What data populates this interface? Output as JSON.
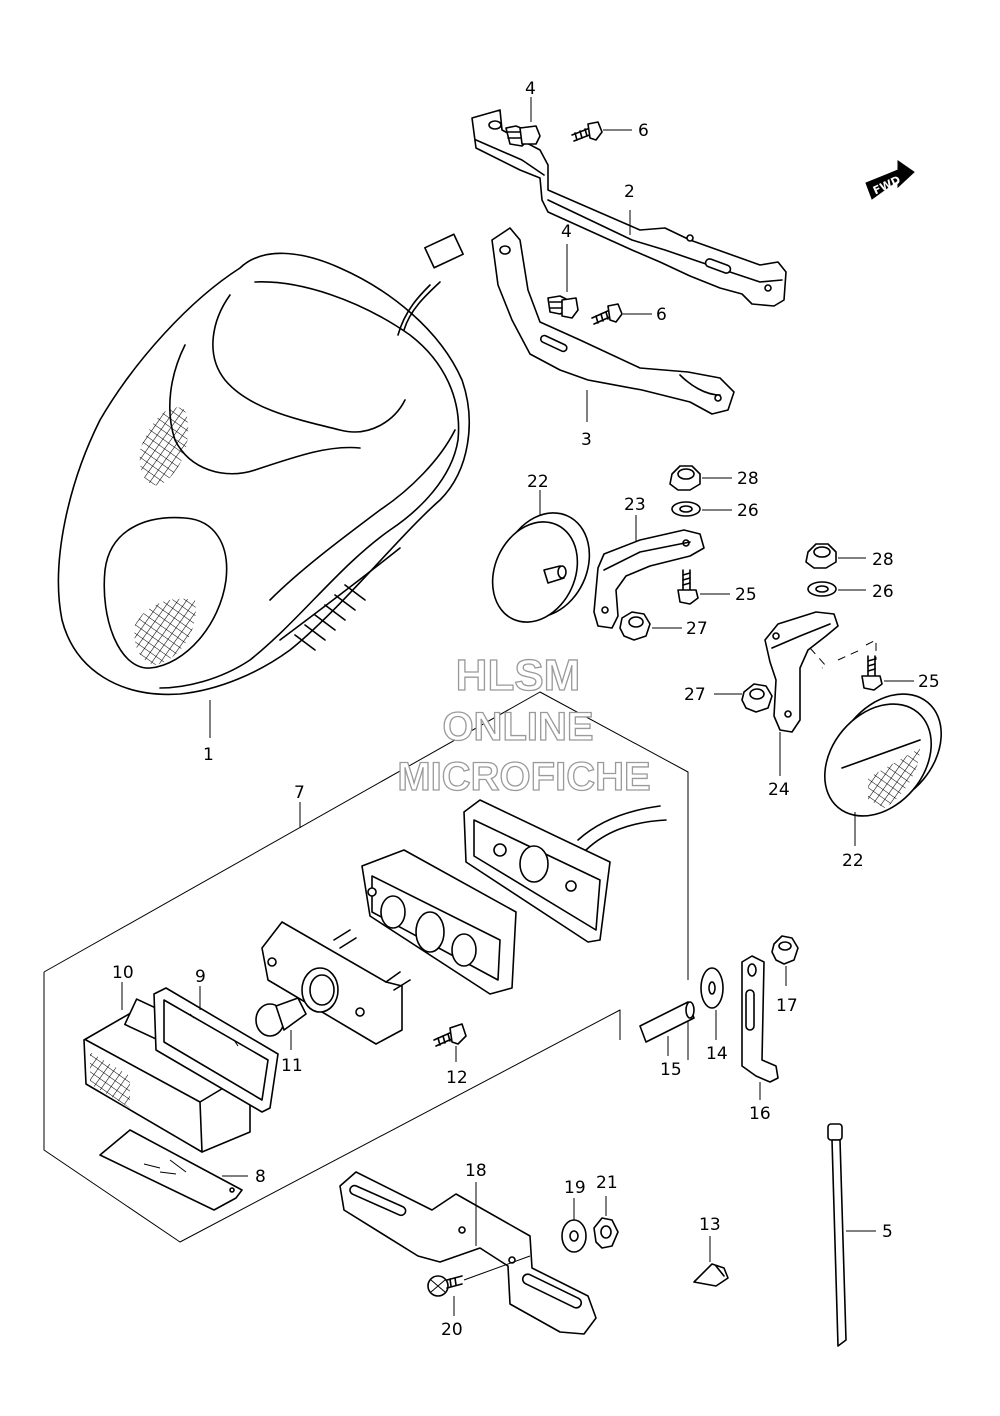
{
  "diagram": {
    "fwd_label": "FWD",
    "watermark": [
      "HLSM",
      "ONLINE",
      "MICROFICHE"
    ],
    "parts": [
      {
        "id": "headlight",
        "label": "1"
      },
      {
        "id": "upper-bracket",
        "label": "2"
      },
      {
        "id": "lower-bracket",
        "label": "3"
      },
      {
        "id": "bolt-upper",
        "label": "4"
      },
      {
        "id": "bolt-lower",
        "label": "4"
      },
      {
        "id": "cable-tie",
        "label": "5"
      },
      {
        "id": "screw-upper",
        "label": "6"
      },
      {
        "id": "screw-lower",
        "label": "6"
      },
      {
        "id": "license-lamp-assy",
        "label": "7"
      },
      {
        "id": "lens-plate",
        "label": "8"
      },
      {
        "id": "gasket",
        "label": "9"
      },
      {
        "id": "lens",
        "label": "10"
      },
      {
        "id": "bulb",
        "label": "11"
      },
      {
        "id": "screw-12",
        "label": "12"
      },
      {
        "id": "washer-13",
        "label": "13"
      },
      {
        "id": "spacer-14",
        "label": "14"
      },
      {
        "id": "rivet-15",
        "label": "15"
      },
      {
        "id": "stay-16",
        "label": "16"
      },
      {
        "id": "nut-17",
        "label": "17"
      },
      {
        "id": "license-bracket",
        "label": "18"
      },
      {
        "id": "washer-19",
        "label": "19"
      },
      {
        "id": "screw-20",
        "label": "20"
      },
      {
        "id": "nut-21",
        "label": "21"
      },
      {
        "id": "reflector-upper",
        "label": "22"
      },
      {
        "id": "reflector-lower",
        "label": "22"
      },
      {
        "id": "reflector-bracket-23",
        "label": "23"
      },
      {
        "id": "reflector-bracket-24",
        "label": "24"
      },
      {
        "id": "bolt-25-upper",
        "label": "25"
      },
      {
        "id": "bolt-25-lower",
        "label": "25"
      },
      {
        "id": "washer-26-upper",
        "label": "26"
      },
      {
        "id": "washer-26-lower",
        "label": "26"
      },
      {
        "id": "nut-27-upper",
        "label": "27"
      },
      {
        "id": "nut-27-lower",
        "label": "27"
      },
      {
        "id": "nut-28-upper",
        "label": "28"
      },
      {
        "id": "nut-28-lower",
        "label": "28"
      }
    ]
  }
}
